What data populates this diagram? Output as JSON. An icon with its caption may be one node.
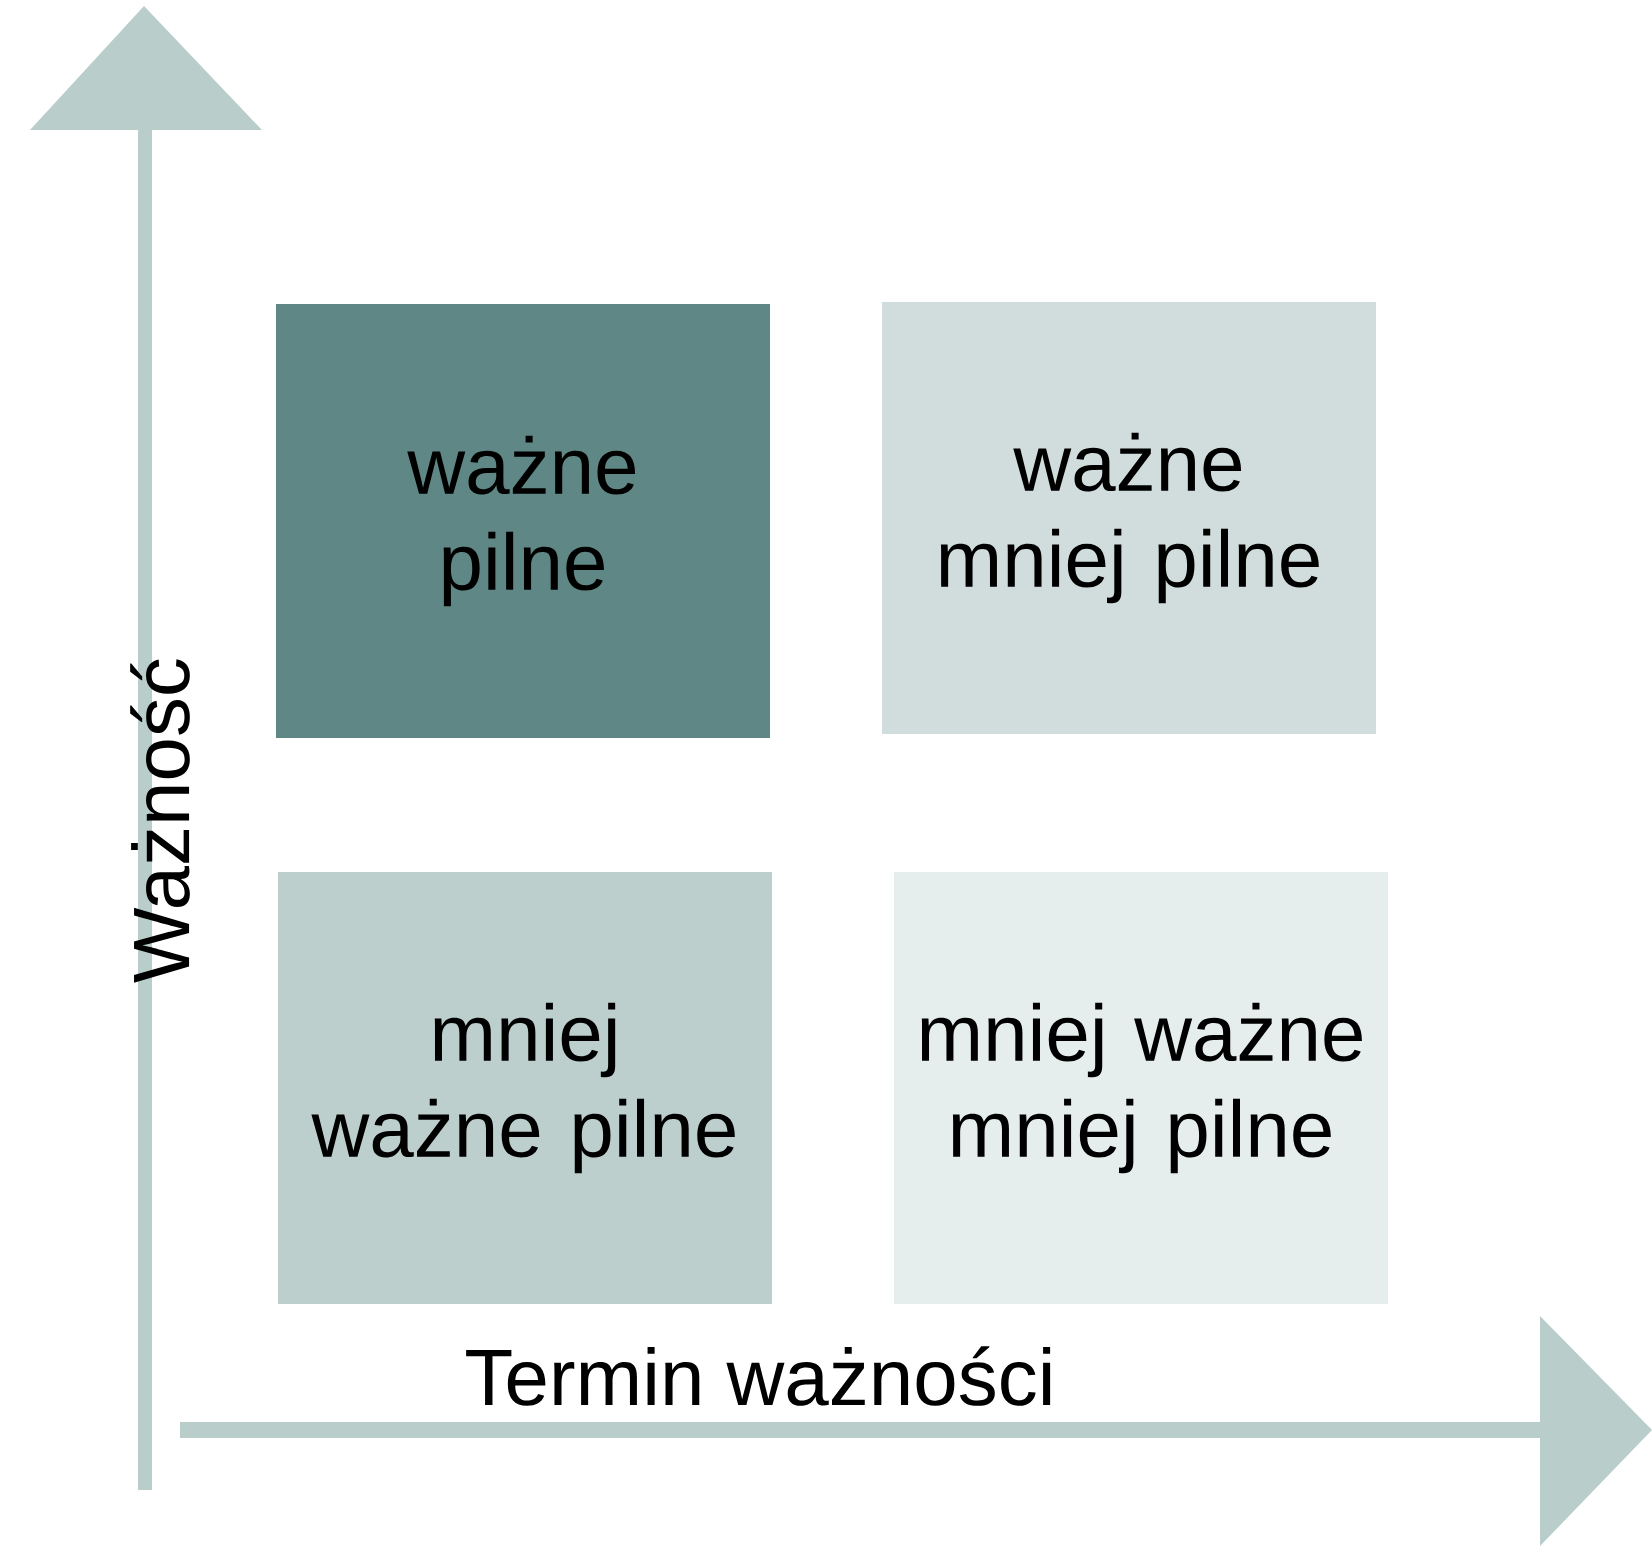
{
  "diagram": {
    "nodes": [
      {
        "text": [
          "ważne pilne"
        ]
      },
      {
        "text": [
          "ważne mniej pilne"
        ]
      },
      {
        "text": [
          "mniej ważne pilne"
        ]
      },
      {
        "text": [
          "mniej ważne mniej pilne"
        ]
      }
    ],
    "labels": [
      "Ważność",
      "Termin ważności"
    ]
  }
}
